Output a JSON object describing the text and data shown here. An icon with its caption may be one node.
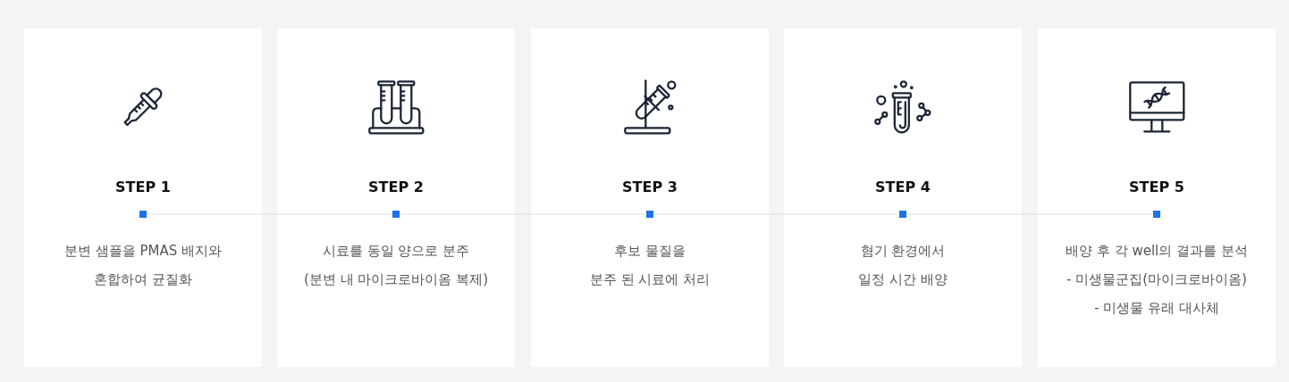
{
  "diagram": {
    "nodes": [
      {
        "text": [
          "STEP 1",
          "분변 샘플을 PMAS 배지와 혼합하여 균질화"
        ]
      },
      {
        "text": [],
        "shape": "box",
        "in": 0
      },
      {
        "text": [
          "STEP 2",
          "시료를 동일 양으로 분주 (분변 내 마이크로바이옴 복제)"
        ]
      },
      {
        "text": [],
        "shape": "box",
        "in": 2
      },
      {
        "text": [
          "STEP 3",
          "후보 물질을 분주 된 시료에 처리"
        ]
      },
      {
        "text": [],
        "shape": "box",
        "in": 4
      },
      {
        "text": [
          "STEP 4",
          "혐기 환경에서 일정 시간 배양"
        ]
      },
      {
        "text": [],
        "shape": "box",
        "in": 6
      },
      {
        "text": [
          "STEP 5",
          "배양 후 각 well의 결과를 분석",
          "- 미생물군집(마이크로바이옴)",
          "- 미생물 유래 대사체"
        ]
      },
      {
        "text": [],
        "shape": "box",
        "in": 8
      }
    ],
    "edges": [
      {
        "from": 1,
        "to": 3,
        "arrow": "none"
      },
      {
        "from": 3,
        "to": 5,
        "arrow": "none"
      },
      {
        "from": 5,
        "to": 7,
        "arrow": "none"
      },
      {
        "from": 7,
        "to": 9,
        "arrow": "none"
      }
    ]
  }
}
